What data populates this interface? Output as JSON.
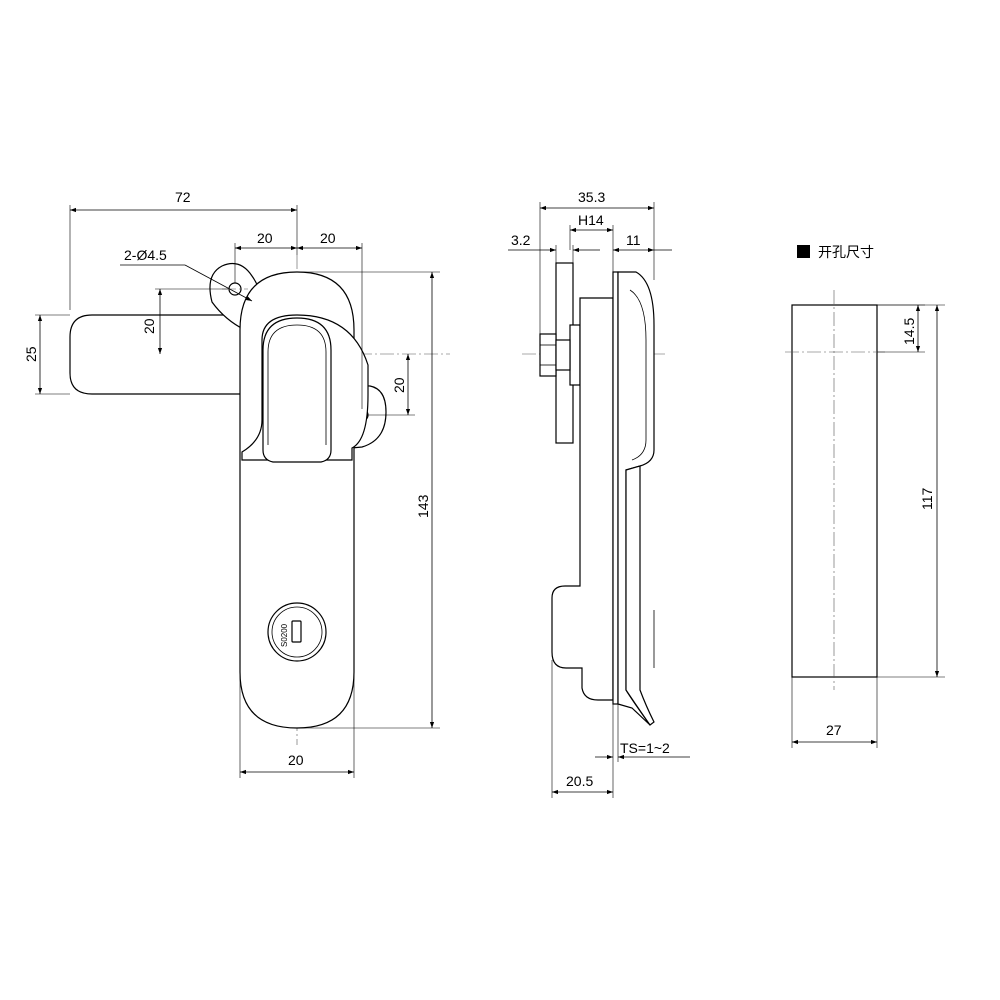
{
  "front_view": {
    "dim_overall_width": "72",
    "dim_left_offset": "20",
    "dim_right_offset": "20",
    "dim_hole_callout": "2-Ø4.5",
    "dim_handle_height": "25",
    "dim_hole_vertical_left": "20",
    "dim_hole_vertical_right": "20",
    "dim_total_height": "143",
    "dim_body_width": "20",
    "lock_code": "S0200"
  },
  "side_view": {
    "dim_total_depth": "35.3",
    "dim_nut": "H14",
    "dim_plate_thickness": "3.2",
    "dim_handle_depth": "11",
    "dim_panel_thickness": "TS=1~2",
    "dim_body_depth": "20.5"
  },
  "cutout_view": {
    "title": "开孔尺寸",
    "dim_top_offset": "14.5",
    "dim_height": "117",
    "dim_width": "27"
  }
}
